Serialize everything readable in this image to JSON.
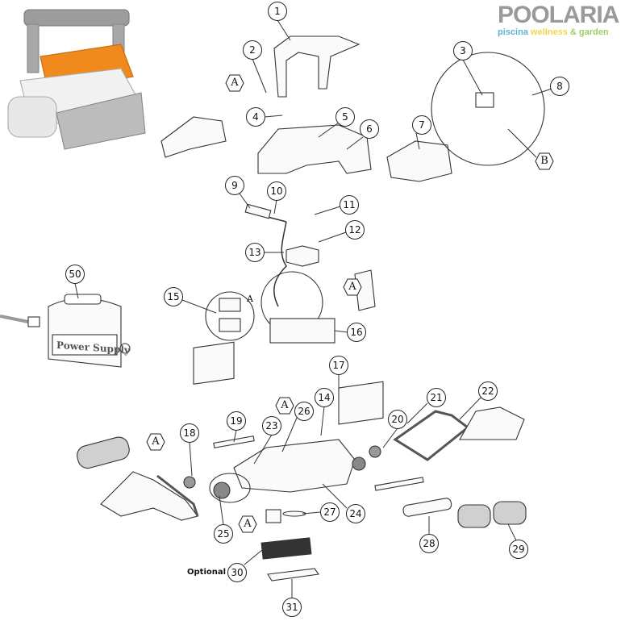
{
  "brand": {
    "logo_text": "POOLARIA",
    "tagline_part1": "piscina",
    "tagline_part2": "wellness",
    "tagline_part3": "& garden",
    "colors": {
      "gray": "#9a9a9a",
      "blue": "#5ab4d6",
      "yellow": "#f2d64b",
      "green": "#9fcf60",
      "robot_orange": "#f08a1c"
    }
  },
  "callouts": {
    "c1": "1",
    "c2": "2",
    "c3": "3",
    "c4": "4",
    "c5": "5",
    "c6": "6",
    "c7": "7",
    "c8": "8",
    "c9": "9",
    "c10": "10",
    "c11": "11",
    "c12": "12",
    "c13": "13",
    "c14": "14",
    "c15": "15",
    "c16": "16",
    "c17": "17",
    "c18": "18",
    "c19": "19",
    "c20": "20",
    "c21": "21",
    "c22": "22",
    "c23": "23",
    "c24": "24",
    "c25": "25",
    "c26": "26",
    "c27": "27",
    "c28": "28",
    "c29": "29",
    "c30": "30",
    "c31": "31",
    "c50": "50"
  },
  "detail_marks": {
    "a": "A",
    "b": "B"
  },
  "power_supply_label": "Power Supply",
  "optional_label": "Optional"
}
